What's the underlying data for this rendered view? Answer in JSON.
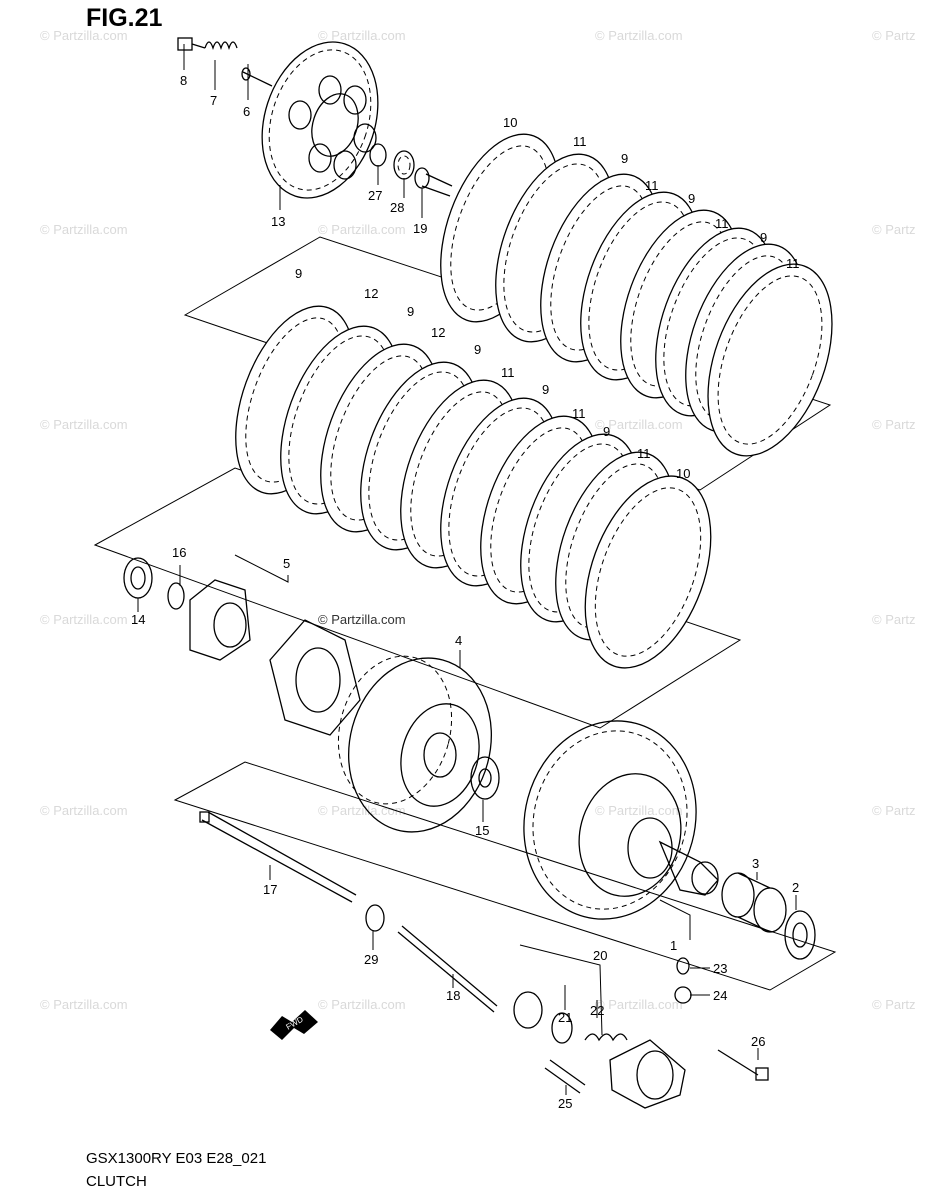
{
  "figure": {
    "title": "FIG.21",
    "model_code": "GSX1300RY E03 E28_021",
    "section_name": "CLUTCH",
    "watermark_text": "© Partzilla.com",
    "fwd_arrow_label": "FWD"
  },
  "callouts": {
    "c1": "1",
    "c2": "2",
    "c3": "3",
    "c4": "4",
    "c5": "5",
    "c6": "6",
    "c7": "7",
    "c8": "8",
    "c9": "9",
    "c10": "10",
    "c11": "11",
    "c12": "12",
    "c13": "13",
    "c14": "14",
    "c15": "15",
    "c16": "16",
    "c17": "17",
    "c18": "18",
    "c19": "19",
    "c20": "20",
    "c21": "21",
    "c22": "22",
    "c23": "23",
    "c24": "24",
    "c25": "25",
    "c26": "26",
    "c27": "27",
    "c28": "28",
    "c29": "29"
  }
}
